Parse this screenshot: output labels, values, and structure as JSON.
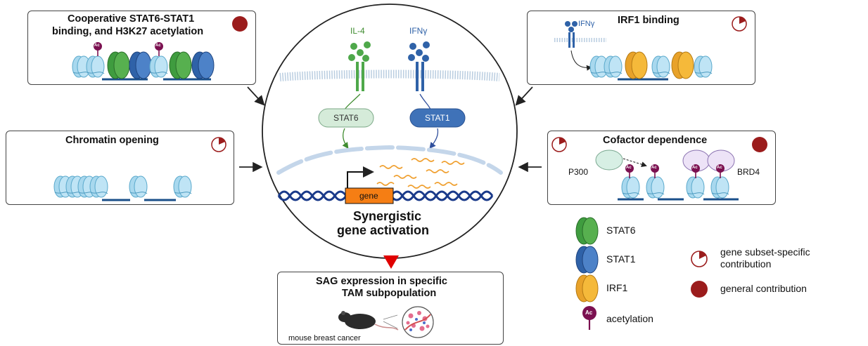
{
  "panels": {
    "cooperative": {
      "title_line1": "Cooperative STAT6-STAT1",
      "title_line2": "binding, and H3K27 acetylation"
    },
    "irf1": {
      "title": "IRF1 binding",
      "ligand": "IFNγ"
    },
    "chromatin": {
      "title": "Chromatin opening"
    },
    "cofactor": {
      "title": "Cofactor dependence",
      "p300": "P300",
      "brd4": "BRD4"
    },
    "sag": {
      "title_line1": "SAG expression in specific",
      "title_line2": "TAM subpopulation",
      "caption": "mouse breast cancer"
    }
  },
  "center": {
    "il4": "IL-4",
    "ifng": "IFNγ",
    "stat6": "STAT6",
    "stat1": "STAT1",
    "gene": "gene",
    "title_line1": "Synergistic",
    "title_line2": "gene activation"
  },
  "legend": {
    "items": [
      {
        "label": "STAT6",
        "color": "#3f9c3f"
      },
      {
        "label": "STAT1",
        "color": "#3f72b8"
      },
      {
        "label": "IRF1",
        "color": "#f2b02e"
      },
      {
        "label": "acetylation",
        "color": "#7b1050"
      }
    ],
    "contrib": [
      {
        "label_line1": "gene subset-specific",
        "label_line2": "contribution"
      },
      {
        "label_line1": "general contribution",
        "label_line2": ""
      }
    ]
  },
  "misc": {
    "ac": "Ac"
  },
  "colors": {
    "dark_red": "#9b1c1c",
    "nucleosome": "#a8d8ee",
    "dna": "#1a3a8a",
    "membrane": "#b9cde0",
    "arrow_red": "#e00000"
  }
}
